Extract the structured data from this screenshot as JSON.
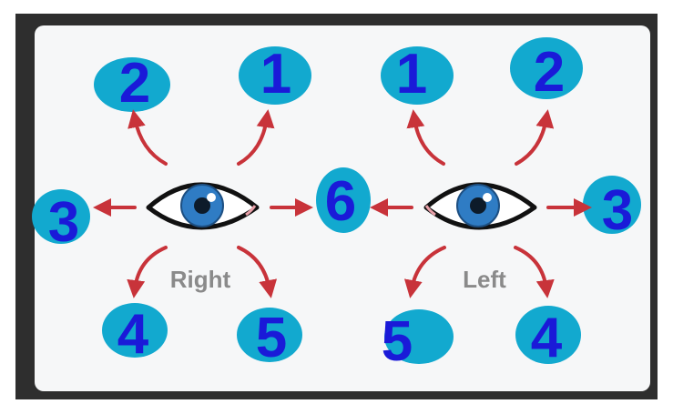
{
  "eyes": {
    "right_label": "Right",
    "left_label": "Left"
  },
  "positions": {
    "right_up_left": "2",
    "right_up_right": "1",
    "left_up_left": "1",
    "left_up_right": "2",
    "right_side": "3",
    "center": "6",
    "left_side": "3",
    "right_down_left": "4",
    "right_down_right": "5",
    "left_down_left": "5",
    "left_down_right": "4"
  },
  "colors": {
    "frame": "#2e2e2e",
    "card": "#f6f7f8",
    "arrow": "#c8333a",
    "blob": "#12a9cf",
    "number": "#1a1ad8",
    "iris": "#2f7cc4"
  }
}
